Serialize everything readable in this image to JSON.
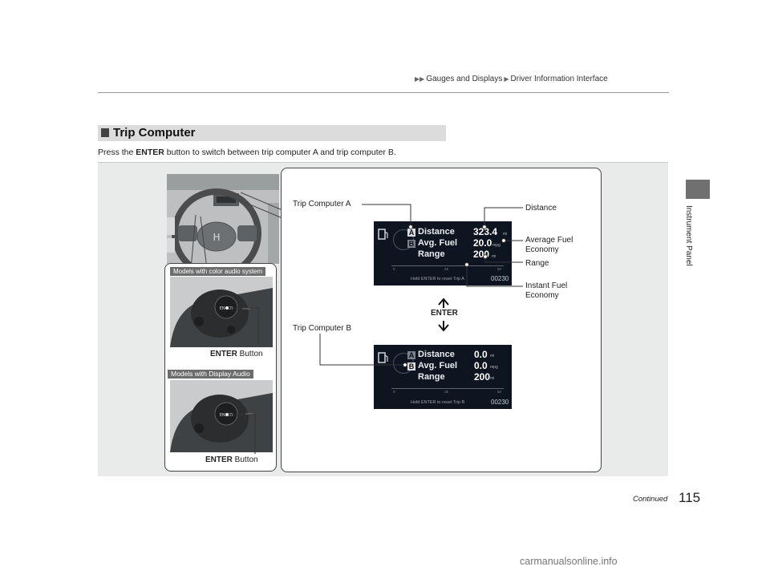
{
  "header": {
    "breadcrumb_1": "Gauges and Displays",
    "breadcrumb_2": "Driver Information Interface"
  },
  "side_tab": {
    "label": "Instrument Panel"
  },
  "section": {
    "title": "Trip Computer",
    "intro_pre": "Press the ",
    "intro_bold": "ENTER",
    "intro_post": " button to switch between trip computer A and trip computer B."
  },
  "illustration": {
    "callouts": {
      "trip_a": "Trip Computer A",
      "trip_b": "Trip Computer B",
      "distance": "Distance",
      "avg_fuel_1": "Average Fuel",
      "avg_fuel_2": "Economy",
      "range": "Range",
      "instant_fuel_1": "Instant Fuel",
      "instant_fuel_2": "Economy",
      "enter": "ENTER"
    },
    "models": {
      "color_audio": "Models with color audio system",
      "display_audio": "Models with Display Audio"
    },
    "button_label_bold": "ENTER",
    "button_label_rest": " Button",
    "screens": [
      {
        "badge_a": "A",
        "badge_b": "B",
        "rows": [
          "Distance",
          "Avg. Fuel",
          "Range"
        ],
        "values": [
          "323.4",
          "20.0",
          "200"
        ],
        "units": [
          "mi",
          "mpg",
          "mi"
        ],
        "hint": "Hold ENTER to reset Trip A",
        "odometer": "00230"
      },
      {
        "badge_a": "A",
        "badge_b": "B",
        "rows": [
          "Distance",
          "Avg. Fuel",
          "Range"
        ],
        "values": [
          "0.0",
          "0.0",
          "200"
        ],
        "units": [
          "mi",
          "mpg",
          "mi"
        ],
        "hint": "Hold ENTER to reset Trip B",
        "odometer": "00230"
      }
    ],
    "scale_ticks": [
      "0",
      "25",
      "50"
    ]
  },
  "footer": {
    "continued": "Continued",
    "page_number": "115"
  },
  "watermark": "carmanualsonline.info"
}
